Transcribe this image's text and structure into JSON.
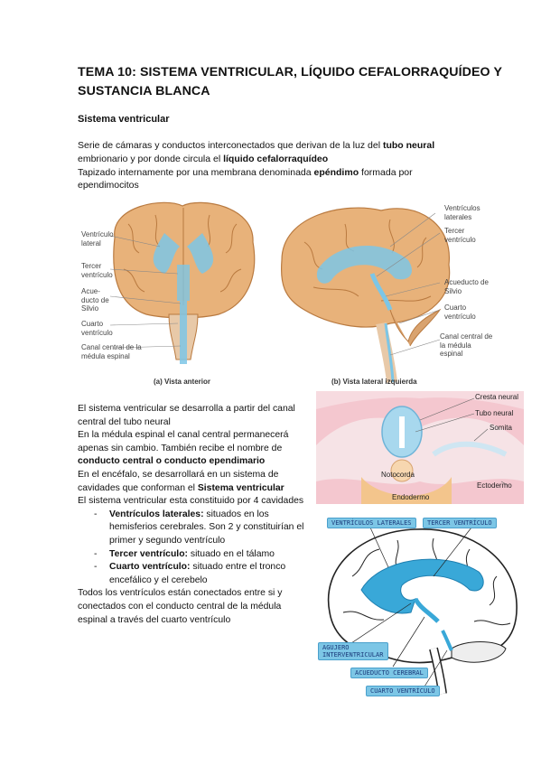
{
  "title": "TEMA 10: SISTEMA VENTRICULAR, LÍQUIDO CEFALORRAQUÍDEO Y SUSTANCIA BLANCA",
  "section": "Sistema ventricular",
  "intro": {
    "l1a": "Serie de cámaras y conductos interconectados que derivan de la luz del ",
    "l1b": "tubo neural",
    "l2a": "embrionario y por donde circula el ",
    "l2b": "líquido cefalorraquídeo",
    "l3a": "Tapizado internamente por una membrana denominada ",
    "l3b": "epéndimo",
    "l3c": " formada por",
    "l4": "ependimocitos"
  },
  "fig_top": {
    "left_labels": [
      "Ventrículo lateral",
      "Tercer ventrículo",
      "Acue-ducto de Silvio",
      "Cuarto ventrículo",
      "Canal central de la médula espinal"
    ],
    "right_labels": [
      "Ventrículos laterales",
      "Tercer ventrículo",
      "Acueducto de Silvio",
      "Cuarto ventrículo",
      "Canal central de la médula espinal"
    ],
    "cap_a": "(a) Vista anterior",
    "cap_b": "(b) Vista lateral izquierda"
  },
  "body": {
    "p1": "El sistema ventricular se desarrolla a partir del canal central del tubo neural",
    "p2a": "En la médula espinal el canal central permanecerá apenas sin cambio. También recibe el nombre de ",
    "p2b": "conducto central o conducto ependimario",
    "p3a": "En el encéfalo, se desarrollará en un sistema de cavidades que conforman el ",
    "p3b": "Sistema ventricular",
    "p4": "El sistema ventricular esta constituido por 4 cavidades",
    "items": [
      {
        "b": "Ventrículos laterales:",
        "t": " situados en los hemisferios cerebrales. Son 2 y constituirían el primer y segundo ventrículo"
      },
      {
        "b": "Tercer ventrículo:",
        "t": " situado en el tálamo"
      },
      {
        "b": "Cuarto ventrículo:",
        "t": " situado entre el tronco encefálico y el cerebelo"
      }
    ],
    "p5": "Todos los ventrículos están conectados entre si y conectados con el conducto central de la médula espinal a través del cuarto ventrículo"
  },
  "fig_emb": {
    "labels": [
      "Cresta neural",
      "Tubo neural",
      "Somita",
      "Notocorda",
      "Endodermo",
      "Ectodermo"
    ]
  },
  "fig_brain": {
    "tags": [
      "VENTRÍCULOS LATERALES",
      "TERCER VENTRÍCULO",
      "AGUJERO INTERVENTRICULAR",
      "ACUEDUCTO CEREBRAL",
      "CUARTO VENTRÍCULO"
    ]
  },
  "colors": {
    "ventricle": "#7cc6e6",
    "brain": "#e8b27a",
    "brain_dark": "#c98a50",
    "tag": "#7cc6e6"
  }
}
